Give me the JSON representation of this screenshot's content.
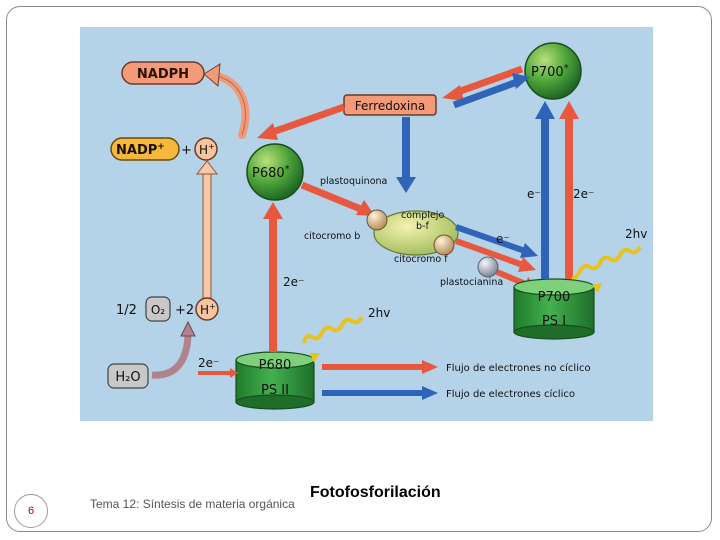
{
  "slide": {
    "number": "6",
    "footer": "Tema 12: Síntesis de materia orgánica",
    "title": "Fotofosforilación"
  },
  "diagram": {
    "nadph": "NADPH",
    "nadp": "NADP",
    "nadp_sup": "+",
    "plus": "+",
    "h": "H",
    "h_sup": "+",
    "p680_star": "P680",
    "p700_star": "P700",
    "star": "*",
    "ferredoxina": "Ferredoxina",
    "plastoquinona": "plastoquinona",
    "complejo_line1": "complejo",
    "complejo_line2": "b-f",
    "citocromo_b": "citocromo b",
    "citocromo_f": "citocromo f",
    "plastocianina": "plastocianina",
    "e_minus": "e⁻",
    "two_e_minus": "2e⁻",
    "two_hv": "2hv",
    "half_o2": "1/2",
    "o2": "O₂",
    "plus2": "+2",
    "h2o": "H₂O",
    "p680": "P680",
    "ps2": "PS II",
    "p700": "P700",
    "ps1": "PS I",
    "legend_noncyclic": "Flujo de electrones no cíclico",
    "legend_cyclic": "Flujo de electrones cíclico"
  },
  "colors": {
    "background": "#b4d2e8",
    "noncyclic_arrow": "#e8583e",
    "cyclic_arrow": "#2f64b8",
    "photosystem_green": "#2e9a3e",
    "nadp_yellow": "#f6b83c",
    "nadph_salmon": "#f39a78",
    "wave_yellow": "#e9c21a"
  }
}
